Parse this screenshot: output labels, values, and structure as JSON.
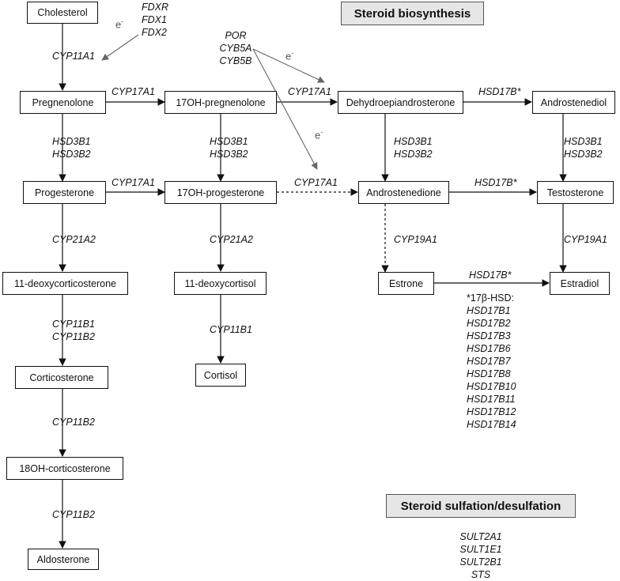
{
  "titles": {
    "biosynthesis": "Steroid biosynthesis",
    "sulfation": "Steroid sulfation/desulfation"
  },
  "compounds": {
    "cholesterol": "Cholesterol",
    "pregnenolone": "Pregnenolone",
    "oh17_pregnenolone": "17OH-pregnenolone",
    "dhea": "Dehydroepiandrosterone",
    "androstenediol": "Androstenediol",
    "progesterone": "Progesterone",
    "oh17_progesterone": "17OH-progesterone",
    "androstenedione": "Androstenedione",
    "testosterone": "Testosterone",
    "deoxycorticosterone": "11-deoxycorticosterone",
    "deoxycortisol": "11-deoxycortisol",
    "estrone": "Estrone",
    "estradiol": "Estradiol",
    "corticosterone": "Corticosterone",
    "cortisol": "Cortisol",
    "oh18_corticosterone": "18OH-corticosterone",
    "aldosterone": "Aldosterone"
  },
  "cofactors": {
    "ferredoxin": [
      "FDXR",
      "FDX1",
      "FDX2"
    ],
    "por": [
      "POR",
      "CYB5A",
      "CYB5B"
    ],
    "electron": "e",
    "electron_sup": "-"
  },
  "enzymes": {
    "cyp11a1": "CYP11A1",
    "cyp17a1": "CYP17A1",
    "hsd3b1": "HSD3B1",
    "hsd3b2": "HSD3B2",
    "hsd17b_star": "HSD17B*",
    "cyp21a2": "CYP21A2",
    "cyp19a1": "CYP19A1",
    "cyp11b1": "CYP11B1",
    "cyp11b2": "CYP11B2"
  },
  "hsd17_note": {
    "header": "*17β-HSD:",
    "items": [
      "HSD17B1",
      "HSD17B2",
      "HSD17B3",
      "HSD17B6",
      "HSD17B7",
      "HSD17B8",
      "HSD17B10",
      "HSD17B11",
      "HSD17B12",
      "HSD17B14"
    ]
  },
  "sulfation_enzymes": [
    "SULT2A1",
    "SULT1E1",
    "SULT2B1",
    "STS"
  ]
}
